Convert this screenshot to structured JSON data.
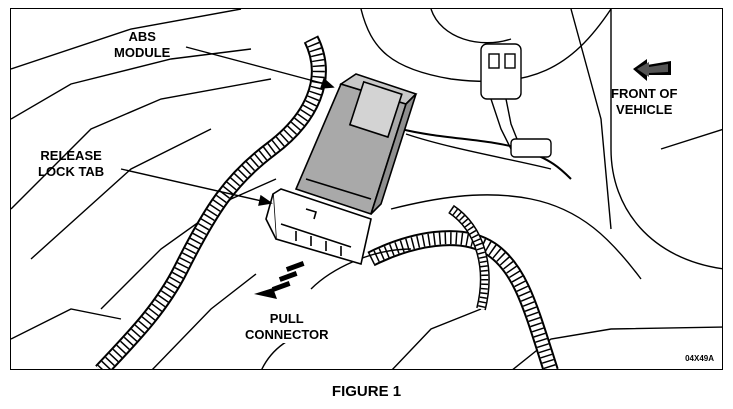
{
  "figure": {
    "caption": "FIGURE 1",
    "code": "04X49A"
  },
  "labels": {
    "abs_module": [
      "ABS",
      "MODULE"
    ],
    "release_lock_tab": [
      "RELEASE",
      "LOCK TAB"
    ],
    "front_of_vehicle": [
      "FRONT OF",
      "VEHICLE"
    ],
    "pull_connector": [
      "PULL",
      "CONNECTOR"
    ]
  },
  "colors": {
    "module_fill": "#a9a9a9",
    "line": "#000000",
    "background": "#ffffff"
  }
}
